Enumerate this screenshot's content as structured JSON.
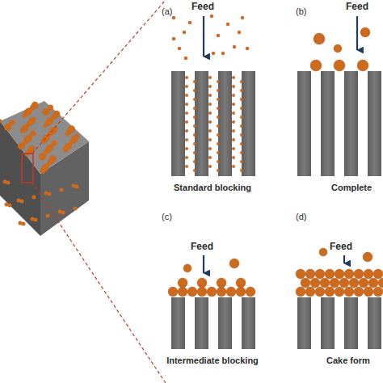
{
  "diagram": {
    "labels": [
      "(a)",
      "Feed",
      "Standard blocking",
      "(b)",
      "Feed",
      "Complete",
      "(c)",
      "Feed",
      "Intermediate blocking",
      "(d)",
      "Feed",
      "Cake form"
    ]
  }
}
